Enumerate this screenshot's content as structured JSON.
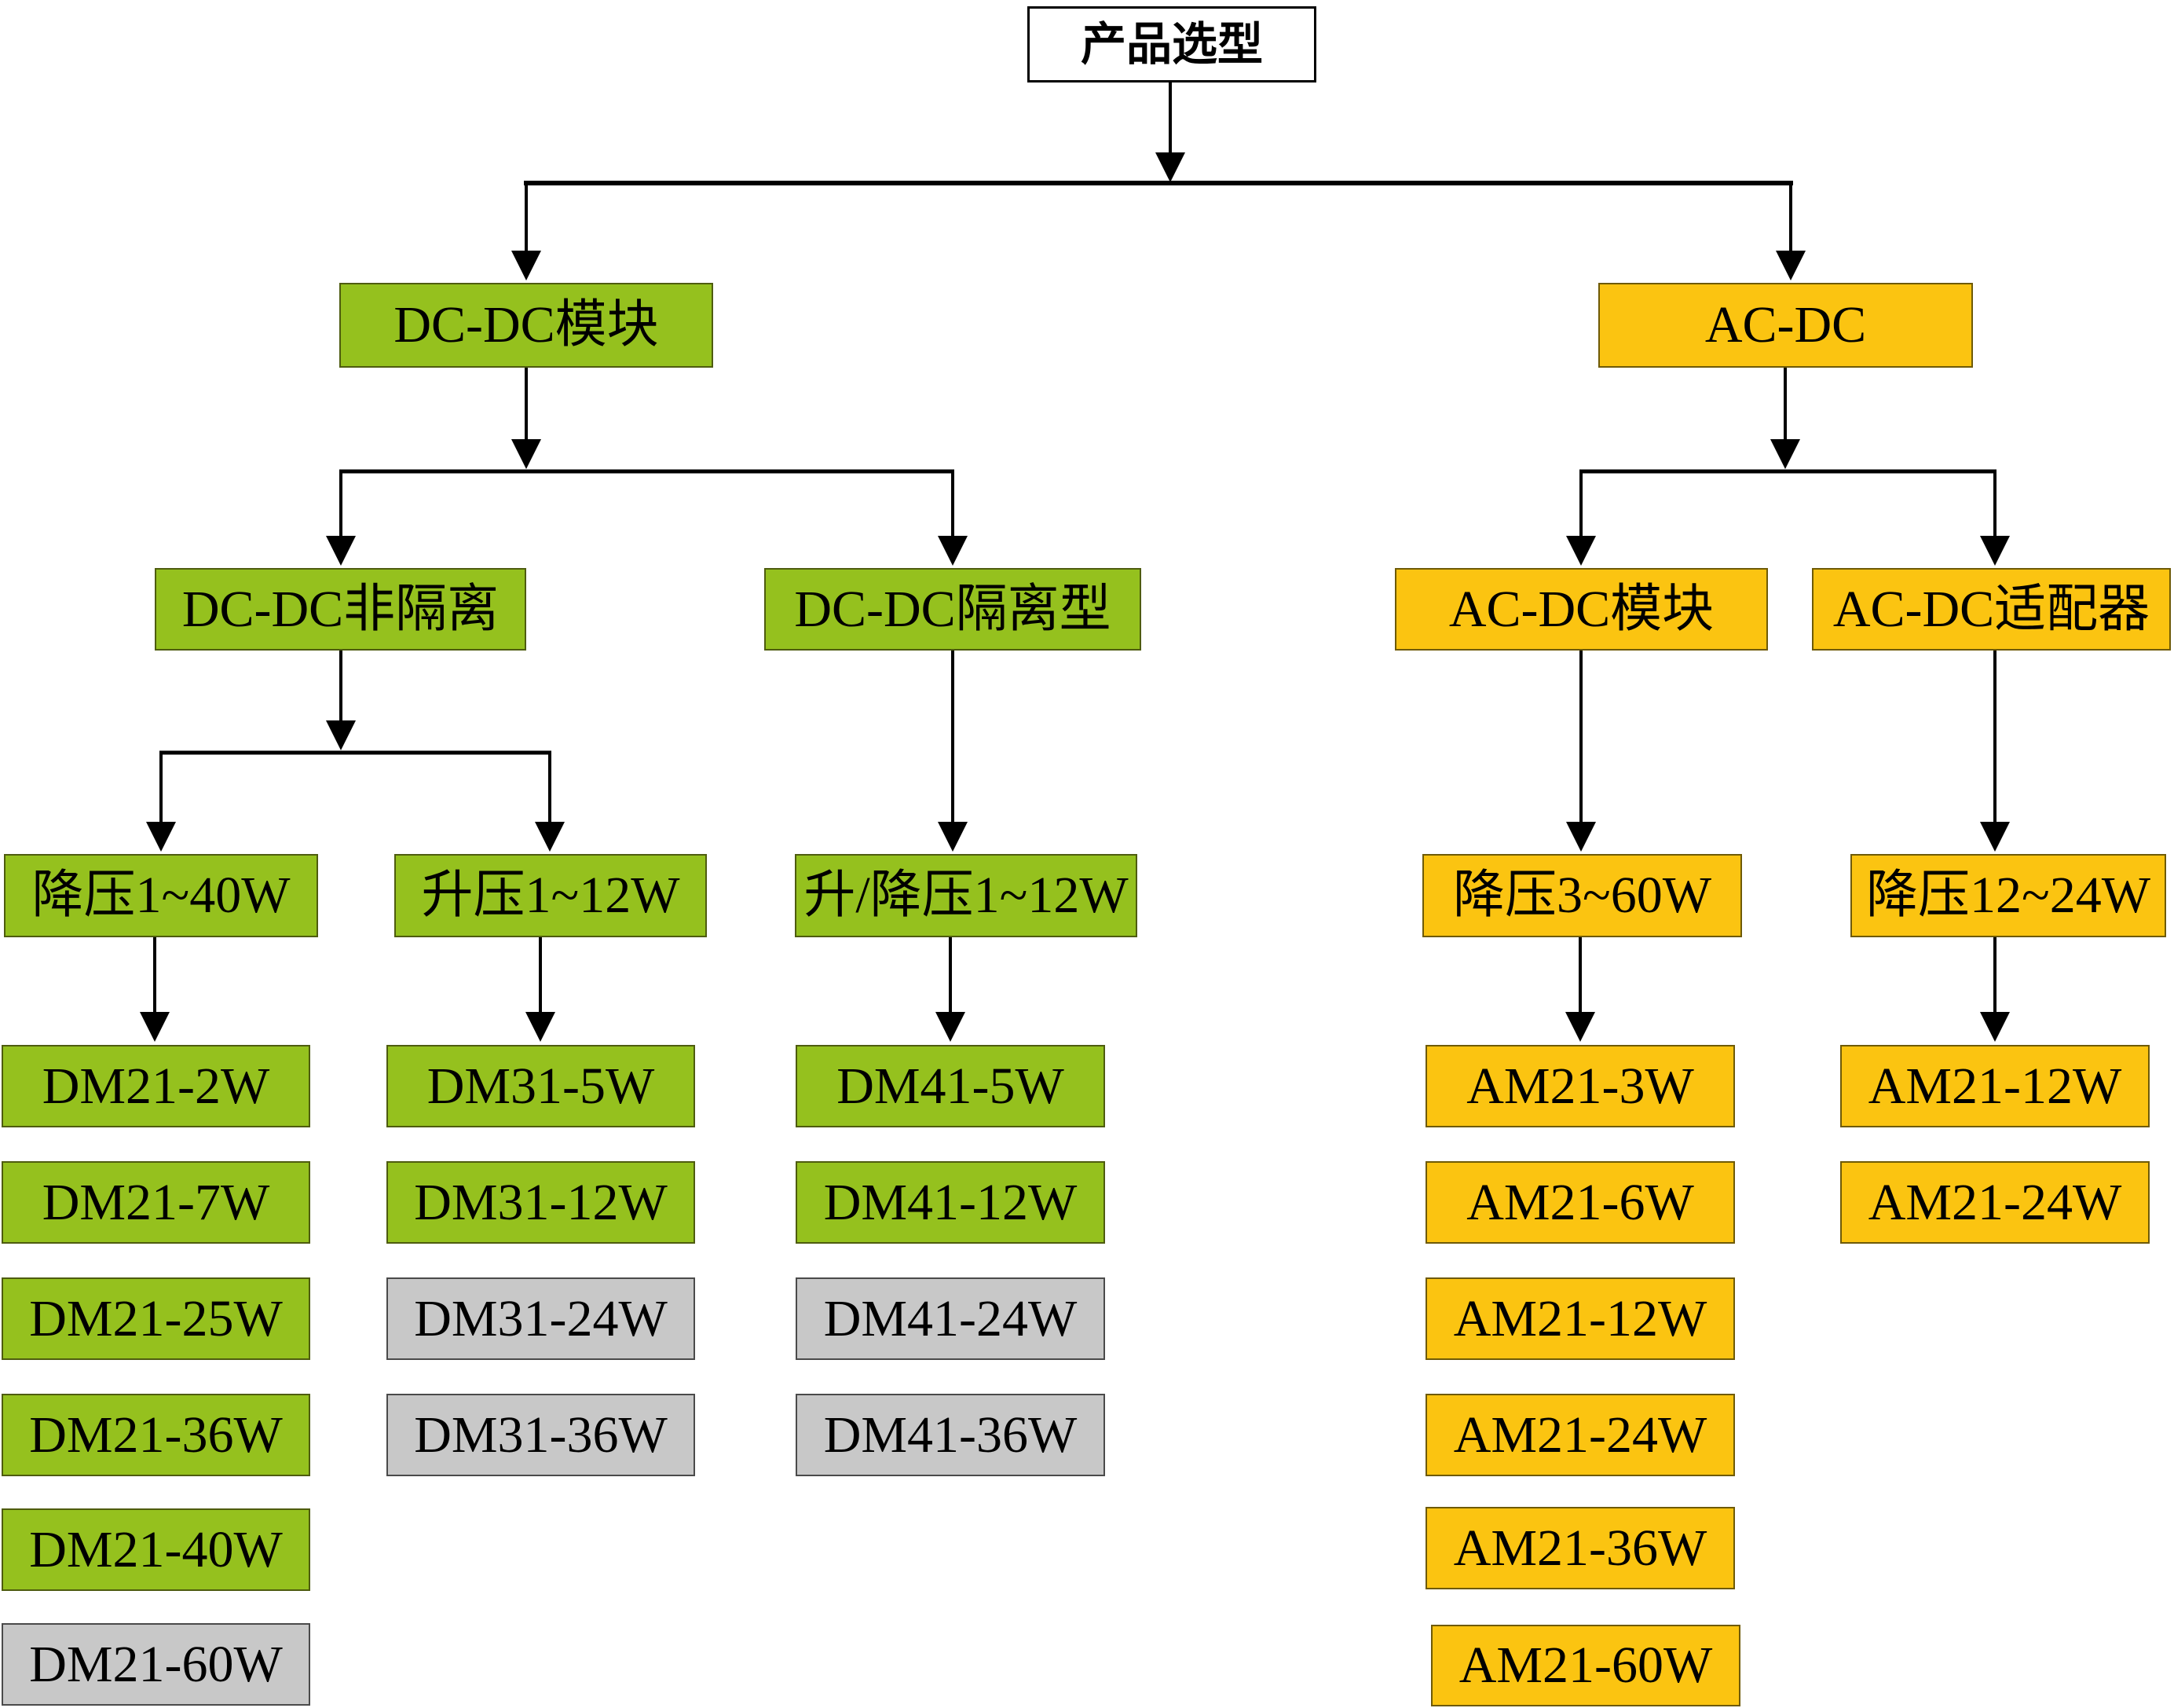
{
  "diagram": {
    "title": "产品选型",
    "colors": {
      "green": "#95C11E",
      "orange": "#FBC411",
      "gray": "#C8C8C8",
      "line": "#000000",
      "root_fill": "#FFFFFF"
    },
    "root": {
      "label": "产品选型",
      "color": "white"
    },
    "level1": [
      {
        "label": "DC-DC模块",
        "color": "green"
      },
      {
        "label": "AC-DC",
        "color": "orange"
      }
    ],
    "level2": [
      {
        "label": "DC-DC非隔离",
        "color": "green"
      },
      {
        "label": "DC-DC隔离型",
        "color": "green"
      },
      {
        "label": "AC-DC模块",
        "color": "orange"
      },
      {
        "label": "AC-DC适配器",
        "color": "orange"
      }
    ],
    "level3": [
      {
        "label": "降压1~40W",
        "color": "green"
      },
      {
        "label": "升压1~12W",
        "color": "green"
      },
      {
        "label": "升/降压1~12W",
        "color": "green"
      },
      {
        "label": "降压3~60W",
        "color": "orange"
      },
      {
        "label": "降压12~24W",
        "color": "orange"
      }
    ],
    "columns": [
      {
        "items": [
          {
            "label": "DM21-2W",
            "color": "green"
          },
          {
            "label": "DM21-7W",
            "color": "green"
          },
          {
            "label": "DM21-25W",
            "color": "green"
          },
          {
            "label": "DM21-36W",
            "color": "green"
          },
          {
            "label": "DM21-40W",
            "color": "green"
          },
          {
            "label": "DM21-60W",
            "color": "gray"
          }
        ]
      },
      {
        "items": [
          {
            "label": "DM31-5W",
            "color": "green"
          },
          {
            "label": "DM31-12W",
            "color": "green"
          },
          {
            "label": "DM31-24W",
            "color": "gray"
          },
          {
            "label": "DM31-36W",
            "color": "gray"
          }
        ]
      },
      {
        "items": [
          {
            "label": "DM41-5W",
            "color": "green"
          },
          {
            "label": "DM41-12W",
            "color": "green"
          },
          {
            "label": "DM41-24W",
            "color": "gray"
          },
          {
            "label": "DM41-36W",
            "color": "gray"
          }
        ]
      },
      {
        "items": [
          {
            "label": "AM21-3W",
            "color": "orange"
          },
          {
            "label": "AM21-6W",
            "color": "orange"
          },
          {
            "label": "AM21-12W",
            "color": "orange"
          },
          {
            "label": "AM21-24W",
            "color": "orange"
          },
          {
            "label": "AM21-36W",
            "color": "orange"
          },
          {
            "label": "AM21-60W",
            "color": "orange"
          }
        ]
      },
      {
        "items": [
          {
            "label": "AM21-12W",
            "color": "orange"
          },
          {
            "label": "AM21-24W",
            "color": "orange"
          }
        ]
      }
    ]
  }
}
